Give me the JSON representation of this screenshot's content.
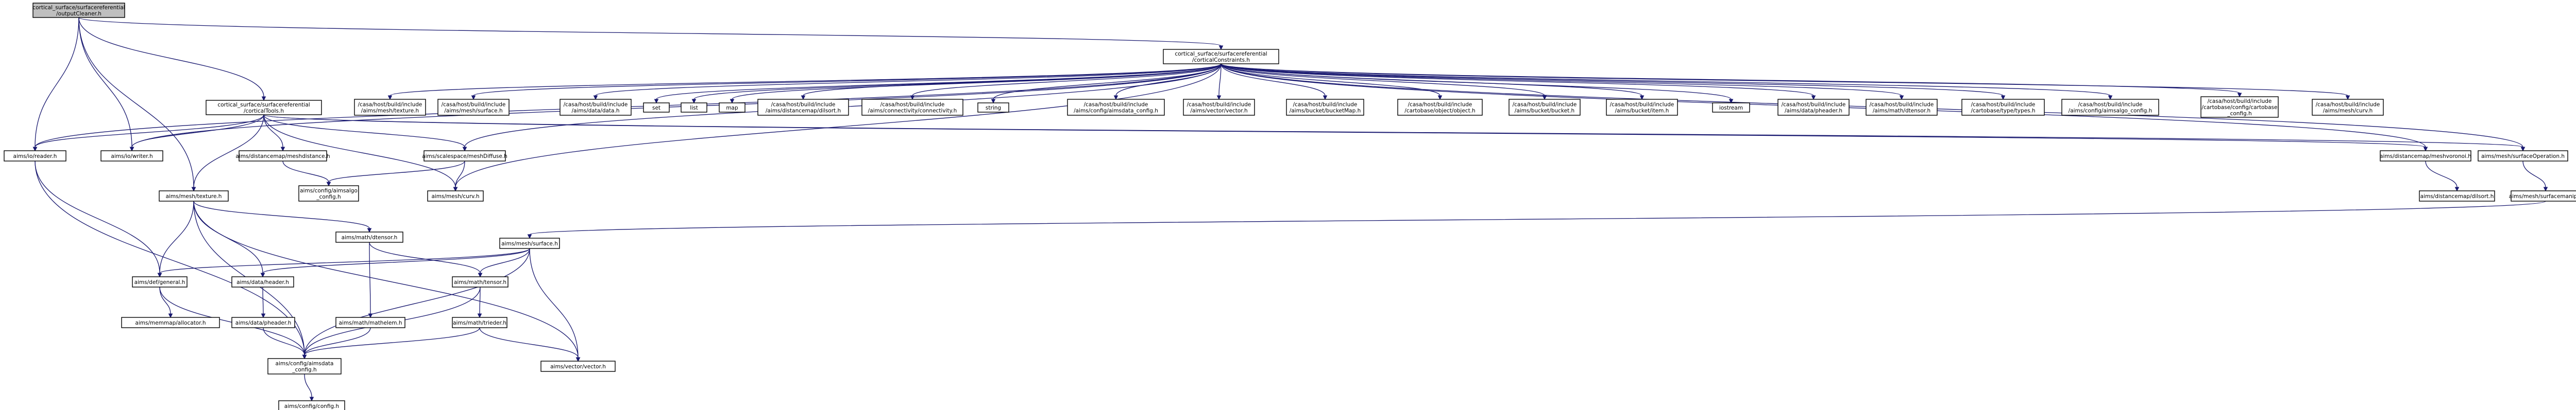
{
  "colors": {
    "root_fill": "#bfbfbf",
    "node_fill": "#ffffff",
    "node_border": "#000000",
    "edge": "#191970"
  },
  "nodes": [
    {
      "id": "root",
      "lines": [
        "cortical_surface/surfacereferential",
        "/outputCleaner.h"
      ],
      "root": true
    },
    {
      "id": "constraints",
      "lines": [
        "cortical_surface/surfacereferential",
        "/corticalConstraints.h"
      ]
    },
    {
      "id": "ctools",
      "lines": [
        "cortical_surface/surfacereferential",
        "/corticalTools.h"
      ]
    },
    {
      "id": "mesh_texture",
      "lines": [
        "/casa/host/build/include",
        "/aims/mesh/texture.h"
      ]
    },
    {
      "id": "mesh_surface",
      "lines": [
        "/casa/host/build/include",
        "/aims/mesh/surface.h"
      ]
    },
    {
      "id": "data_data",
      "lines": [
        "/casa/host/build/include",
        "/aims/data/data.h"
      ]
    },
    {
      "id": "set",
      "lines": [
        "set"
      ]
    },
    {
      "id": "list",
      "lines": [
        "list"
      ]
    },
    {
      "id": "map",
      "lines": [
        "map"
      ]
    },
    {
      "id": "dm_dilsort",
      "lines": [
        "/casa/host/build/include",
        "/aims/distancemap/dilsort.h"
      ]
    },
    {
      "id": "conn",
      "lines": [
        "/casa/host/build/include",
        "/aims/connectivity/connectivity.h"
      ]
    },
    {
      "id": "string",
      "lines": [
        "string"
      ]
    },
    {
      "id": "config_aimsdata",
      "lines": [
        "/casa/host/build/include",
        "/aims/config/aimsdata_config.h"
      ]
    },
    {
      "id": "vec_vector",
      "lines": [
        "/casa/host/build/include",
        "/aims/vector/vector.h"
      ]
    },
    {
      "id": "bucketmap",
      "lines": [
        "/casa/host/build/include",
        "/aims/bucket/bucketMap.h"
      ]
    },
    {
      "id": "cart_object",
      "lines": [
        "/casa/host/build/include",
        "/cartobase/object/object.h"
      ]
    },
    {
      "id": "bucket_bucket",
      "lines": [
        "/casa/host/build/include",
        "/aims/bucket/bucket.h"
      ]
    },
    {
      "id": "bucket_item",
      "lines": [
        "/casa/host/build/include",
        "/aims/bucket/item.h"
      ]
    },
    {
      "id": "iostream",
      "lines": [
        "iostream"
      ]
    },
    {
      "id": "pheader",
      "lines": [
        "/casa/host/build/include",
        "/aims/data/pheader.h"
      ]
    },
    {
      "id": "mathtensor",
      "lines": [
        "/casa/host/build/include",
        "/aims/math/dtensor.h"
      ]
    },
    {
      "id": "types",
      "lines": [
        "/casa/host/build/include",
        "/cartobase/type/types.h"
      ]
    },
    {
      "id": "config_algo",
      "lines": [
        "/casa/host/build/include",
        "/aims/config/aimsalgo_config.h"
      ]
    },
    {
      "id": "cart_config",
      "lines": [
        "/casa/host/build/include",
        "/cartobase/config/cartobase",
        "_config.h"
      ]
    },
    {
      "id": "mesh_curv_top",
      "lines": [
        "/casa/host/build/include",
        "/aims/mesh/curv.h"
      ]
    },
    {
      "id": "io_reader",
      "lines": [
        "aims/io/reader.h"
      ]
    },
    {
      "id": "io_writer",
      "lines": [
        "aims/io/writer.h"
      ]
    },
    {
      "id": "a_texture",
      "lines": [
        "aims/mesh/texture.h"
      ]
    },
    {
      "id": "a_dm_distance",
      "lines": [
        "aims/distancemap/meshdistance.h"
      ]
    },
    {
      "id": "a_meshdiffuse",
      "lines": [
        "aims/scalespace/meshDiffuse.h"
      ]
    },
    {
      "id": "a_meshvoronoi",
      "lines": [
        "aims/distancemap/meshvoronoi.h"
      ]
    },
    {
      "id": "a_surfop",
      "lines": [
        "aims/mesh/surfaceOperation.h"
      ]
    },
    {
      "id": "a_configalgo",
      "lines": [
        "aims/config/aimsalgo",
        "_config.h"
      ]
    },
    {
      "id": "a_curv",
      "lines": [
        "aims/mesh/curv.h"
      ]
    },
    {
      "id": "a_dilsort",
      "lines": [
        "aims/distancemap/dilsort.h"
      ]
    },
    {
      "id": "a_surfmanip",
      "lines": [
        "aims/mesh/surfacemanip.h"
      ]
    },
    {
      "id": "a_surface",
      "lines": [
        "aims/mesh/surface.h"
      ]
    },
    {
      "id": "a_mathdtensor",
      "lines": [
        "aims/math/dtensor.h"
      ]
    },
    {
      "id": "a_defgeneral",
      "lines": [
        "aims/def/general.h"
      ]
    },
    {
      "id": "a_dataheader",
      "lines": [
        "aims/data/header.h"
      ]
    },
    {
      "id": "a_mathtensor",
      "lines": [
        "aims/math/tensor.h"
      ]
    },
    {
      "id": "a_mmapalloc",
      "lines": [
        "aims/memmap/allocator.h"
      ]
    },
    {
      "id": "a_pheader",
      "lines": [
        "aims/data/pheader.h"
      ]
    },
    {
      "id": "a_mathelem",
      "lines": [
        "aims/math/mathelem.h"
      ]
    },
    {
      "id": "a_trieder",
      "lines": [
        "aims/math/trieder.h"
      ]
    },
    {
      "id": "a_configdata",
      "lines": [
        "aims/config/aimsdata",
        "_config.h"
      ]
    },
    {
      "id": "a_vector",
      "lines": [
        "aims/vector/vector.h"
      ]
    },
    {
      "id": "a_configconfig",
      "lines": [
        "aims/config/config.h"
      ]
    }
  ],
  "edges": [
    [
      "root",
      "constraints"
    ],
    [
      "root",
      "ctools"
    ],
    [
      "root",
      "io_reader"
    ],
    [
      "root",
      "io_writer"
    ],
    [
      "root",
      "a_texture"
    ],
    [
      "constraints",
      "mesh_texture"
    ],
    [
      "constraints",
      "mesh_surface"
    ],
    [
      "constraints",
      "data_data"
    ],
    [
      "constraints",
      "set"
    ],
    [
      "constraints",
      "list"
    ],
    [
      "constraints",
      "map"
    ],
    [
      "constraints",
      "dm_dilsort"
    ],
    [
      "constraints",
      "conn"
    ],
    [
      "constraints",
      "string"
    ],
    [
      "constraints",
      "config_aimsdata"
    ],
    [
      "constraints",
      "vec_vector"
    ],
    [
      "constraints",
      "bucketmap"
    ],
    [
      "constraints",
      "cart_object"
    ],
    [
      "constraints",
      "bucket_bucket"
    ],
    [
      "constraints",
      "bucket_item"
    ],
    [
      "constraints",
      "iostream"
    ],
    [
      "constraints",
      "pheader"
    ],
    [
      "constraints",
      "mathtensor"
    ],
    [
      "constraints",
      "types"
    ],
    [
      "constraints",
      "config_algo"
    ],
    [
      "constraints",
      "cart_config"
    ],
    [
      "constraints",
      "mesh_curv_top"
    ],
    [
      "constraints",
      "a_meshvoronoi"
    ],
    [
      "constraints",
      "a_surfop"
    ],
    [
      "constraints",
      "io_reader"
    ],
    [
      "constraints",
      "io_writer"
    ],
    [
      "constraints",
      "a_meshdiffuse"
    ],
    [
      "constraints",
      "a_curv"
    ],
    [
      "ctools",
      "io_reader"
    ],
    [
      "ctools",
      "io_writer"
    ],
    [
      "ctools",
      "a_texture"
    ],
    [
      "ctools",
      "a_dm_distance"
    ],
    [
      "ctools",
      "a_meshdiffuse"
    ],
    [
      "ctools",
      "a_meshvoronoi"
    ],
    [
      "ctools",
      "a_surfop"
    ],
    [
      "ctools",
      "a_curv"
    ],
    [
      "io_reader",
      "a_defgeneral"
    ],
    [
      "io_reader",
      "a_configdata"
    ],
    [
      "a_dm_distance",
      "a_configalgo"
    ],
    [
      "a_meshdiffuse",
      "a_configalgo"
    ],
    [
      "a_meshdiffuse",
      "a_curv"
    ],
    [
      "a_meshvoronoi",
      "a_dilsort"
    ],
    [
      "a_surfop",
      "a_surfmanip"
    ],
    [
      "a_surfmanip",
      "a_surface"
    ],
    [
      "a_texture",
      "a_defgeneral"
    ],
    [
      "a_texture",
      "a_dataheader"
    ],
    [
      "a_texture",
      "a_mathdtensor"
    ],
    [
      "a_texture",
      "a_configdata"
    ],
    [
      "a_texture",
      "a_vector"
    ],
    [
      "a_mathdtensor",
      "a_mathtensor"
    ],
    [
      "a_mathdtensor",
      "a_mathelem"
    ],
    [
      "a_surface",
      "a_defgeneral"
    ],
    [
      "a_surface",
      "a_dataheader"
    ],
    [
      "a_surface",
      "a_mathtensor"
    ],
    [
      "a_surface",
      "a_configdata"
    ],
    [
      "a_surface",
      "a_vector"
    ],
    [
      "a_defgeneral",
      "a_mmapalloc"
    ],
    [
      "a_defgeneral",
      "a_configdata"
    ],
    [
      "a_dataheader",
      "a_pheader"
    ],
    [
      "a_mathtensor",
      "a_trieder"
    ],
    [
      "a_mathtensor",
      "a_configdata"
    ],
    [
      "a_pheader",
      "a_configdata"
    ],
    [
      "a_mathelem",
      "a_configdata"
    ],
    [
      "a_trieder",
      "a_vector"
    ],
    [
      "a_trieder",
      "a_configdata"
    ],
    [
      "a_configdata",
      "a_configconfig"
    ]
  ]
}
